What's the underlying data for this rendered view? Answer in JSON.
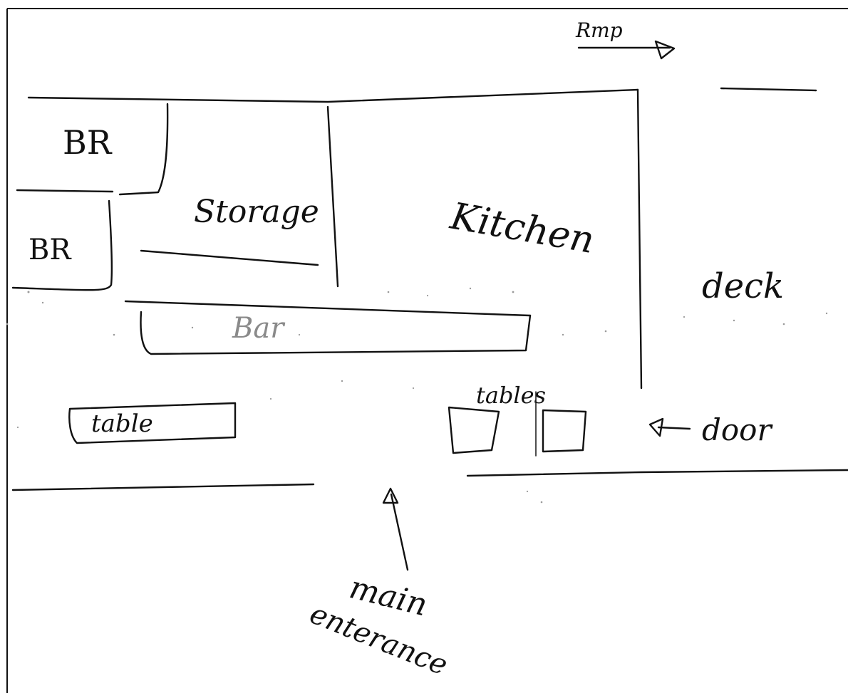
{
  "labels": {
    "ramp": "Rmp",
    "br_upper": "BR",
    "br_lower": "BR",
    "storage": "Storage",
    "kitchen": "Kitchen",
    "deck": "deck",
    "bar": "Bar",
    "table_left": "table",
    "tables_right": "tables",
    "door": "door",
    "main_entrance_line1": "main",
    "main_entrance_line2": "enterance"
  },
  "colors": {
    "ink": "#111111",
    "paper": "#ffffff",
    "faint_ink": "#8a8a8a"
  }
}
